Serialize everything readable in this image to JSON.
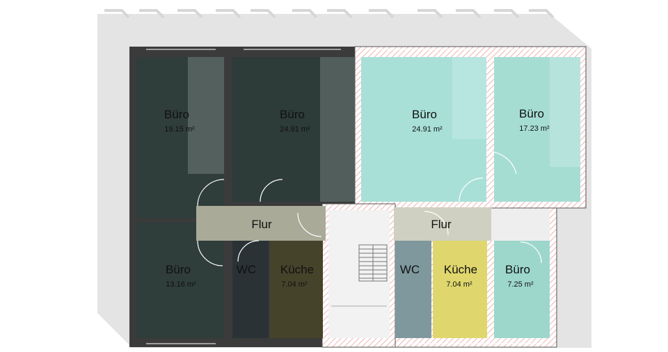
{
  "plan": {
    "rooms": [
      {
        "id": "buero-1",
        "label": "Büro",
        "area": "19.15 m²",
        "color": "#2f3d3b"
      },
      {
        "id": "buero-2",
        "label": "Büro",
        "area": "24.91 m²",
        "color": "#2d3b39"
      },
      {
        "id": "buero-3",
        "label": "Büro",
        "area": "24.91 m²",
        "color": "#a8e0d8"
      },
      {
        "id": "buero-4",
        "label": "Büro",
        "area": "17.23 m²",
        "color": "#a6ddd3"
      },
      {
        "id": "buero-5",
        "label": "Büro",
        "area": "13.16 m²",
        "color": "#2f3d3b"
      },
      {
        "id": "wc-1",
        "label": "WC",
        "area": "",
        "color": "#2a3236"
      },
      {
        "id": "kueche-1",
        "label": "Küche",
        "area": "7.04 m²",
        "color": "#45432a"
      },
      {
        "id": "flur-1",
        "label": "Flur",
        "area": "",
        "color": "#a9aa98"
      },
      {
        "id": "flur-2",
        "label": "Flur",
        "area": "",
        "color": "#cfd0c1"
      },
      {
        "id": "wc-2",
        "label": "WC",
        "area": "",
        "color": "#7f989d"
      },
      {
        "id": "kueche-2",
        "label": "Küche",
        "area": "7.04 m²",
        "color": "#dfd76d"
      },
      {
        "id": "buero-6",
        "label": "Büro",
        "area": "7.25 m²",
        "color": "#9dd7cc"
      }
    ]
  }
}
